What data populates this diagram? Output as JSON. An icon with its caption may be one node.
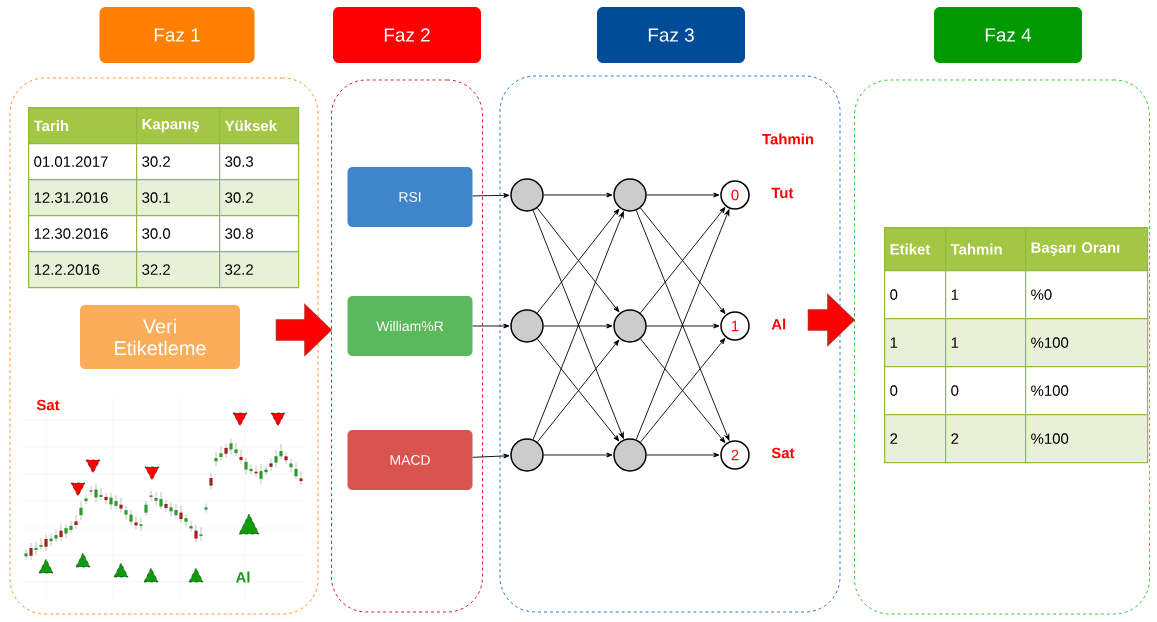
{
  "diagram": {
    "nodes": [
      {
        "text": [
          "Faz 1"
        ]
      },
      {
        "text": [
          "Faz 2"
        ]
      },
      {
        "text": [
          "Faz 3"
        ]
      },
      {
        "text": [
          "Faz 4"
        ]
      },
      {
        "text": [],
        "shape": "box"
      },
      {
        "text": [],
        "shape": "box"
      },
      {
        "text": [],
        "shape": "box"
      },
      {
        "text": [],
        "shape": "box"
      },
      {
        "text": [
          "Veri Etiketleme"
        ],
        "in": 4
      },
      {
        "text": [
          "RSI"
        ],
        "in": 5
      },
      {
        "text": [
          "William%R"
        ],
        "in": 5
      },
      {
        "text": [
          "MACD"
        ],
        "in": 5
      },
      {
        "text": [],
        "shape": "circle",
        "in": 6
      },
      {
        "text": [],
        "shape": "circle",
        "in": 6
      },
      {
        "text": [],
        "shape": "circle",
        "in": 6
      },
      {
        "text": [],
        "shape": "circle",
        "in": 6
      },
      {
        "text": [],
        "shape": "circle",
        "in": 6
      },
      {
        "text": [],
        "shape": "circle",
        "in": 6
      },
      {
        "text": [
          "0"
        ],
        "beside": [
          "Tut"
        ],
        "in": 6
      },
      {
        "text": [
          "1"
        ],
        "beside": [
          "Al"
        ],
        "in": 6
      },
      {
        "text": [
          "2"
        ],
        "beside": [
          "Sat"
        ],
        "in": 6
      }
    ],
    "edges": [
      {
        "from": 4,
        "to": 5,
        "arrow": "to",
        "style": "thick",
        "color": "#ff0000"
      },
      {
        "from": 9,
        "to": 12,
        "arrow": "to"
      },
      {
        "from": 10,
        "to": 13,
        "arrow": "to"
      },
      {
        "from": 11,
        "to": 14,
        "arrow": "to"
      },
      {
        "from": 12,
        "to": 15,
        "arrow": "to"
      },
      {
        "from": 12,
        "to": 16,
        "arrow": "to"
      },
      {
        "from": 12,
        "to": 17,
        "arrow": "to"
      },
      {
        "from": 13,
        "to": 15,
        "arrow": "to"
      },
      {
        "from": 13,
        "to": 16,
        "arrow": "to"
      },
      {
        "from": 13,
        "to": 17,
        "arrow": "to"
      },
      {
        "from": 14,
        "to": 15,
        "arrow": "to"
      },
      {
        "from": 14,
        "to": 16,
        "arrow": "to"
      },
      {
        "from": 14,
        "to": 17,
        "arrow": "to"
      },
      {
        "from": 15,
        "to": 18,
        "arrow": "to"
      },
      {
        "from": 15,
        "to": 19,
        "arrow": "to"
      },
      {
        "from": 15,
        "to": 20,
        "arrow": "to"
      },
      {
        "from": 16,
        "to": 18,
        "arrow": "to"
      },
      {
        "from": 16,
        "to": 19,
        "arrow": "to"
      },
      {
        "from": 16,
        "to": 20,
        "arrow": "to"
      },
      {
        "from": 17,
        "to": 18,
        "arrow": "to"
      },
      {
        "from": 17,
        "to": 19,
        "arrow": "to"
      },
      {
        "from": 17,
        "to": 20,
        "arrow": "to"
      },
      {
        "from": 6,
        "to": 7,
        "arrow": "to",
        "style": "thick",
        "color": "#ff0000"
      }
    ],
    "labels": [
      "Tarih",
      "Kapanış",
      "Yüksek",
      "01.01.2017",
      "30.2",
      "30.3",
      "12.31.2016",
      "30.1",
      "30.2",
      "12.30.2016",
      "30.0",
      "30.8",
      "12.2.2016",
      "32.2",
      "32.2",
      "Sat",
      "Al",
      "Tahmin",
      "Etiket",
      "Tahmin",
      "Başarı Oranı",
      "0",
      "1",
      "%0",
      "1",
      "1",
      "%100",
      "0",
      "0",
      "%100",
      "2",
      "2",
      "%100"
    ]
  }
}
